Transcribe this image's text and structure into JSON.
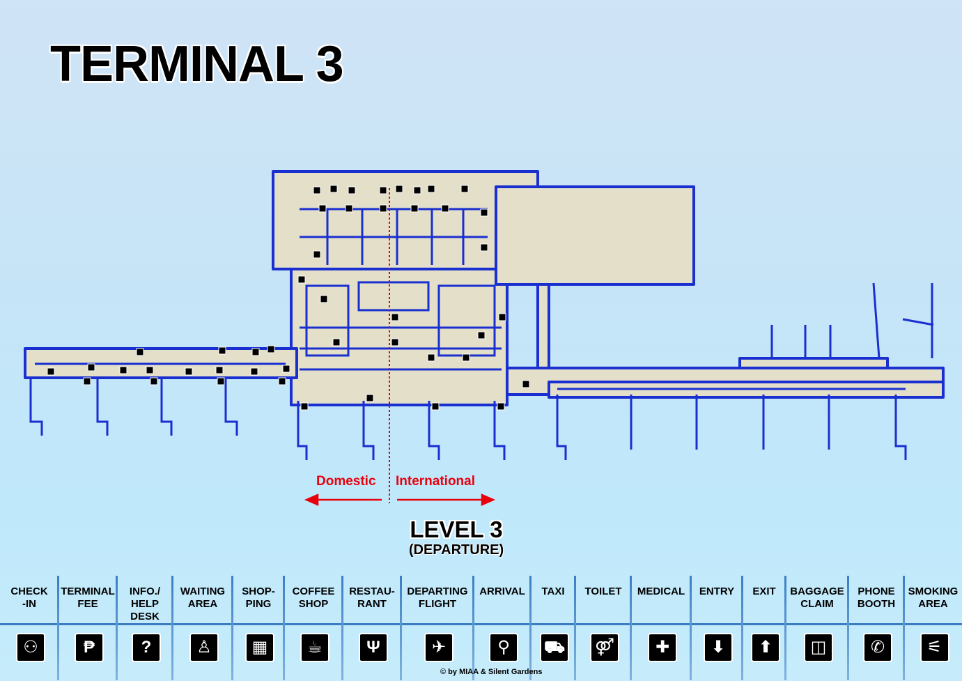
{
  "title": "TERMINAL 3",
  "labels": {
    "domestic": "Domestic",
    "international": "International",
    "level": "LEVEL 3",
    "level_sub": "(DEPARTURE)"
  },
  "legend": [
    {
      "label": "CHECK\n-IN",
      "icon": "check-in-icon",
      "glyph": "⚇"
    },
    {
      "label": "TERMINAL\nFEE",
      "icon": "terminal-fee-icon",
      "glyph": "₱"
    },
    {
      "label": "INFO./\nHELP\nDESK",
      "icon": "help-desk-icon",
      "glyph": "?"
    },
    {
      "label": "WAITING\nAREA",
      "icon": "waiting-area-icon",
      "glyph": "♙"
    },
    {
      "label": "SHOP-\nPING",
      "icon": "shopping-icon",
      "glyph": "▦"
    },
    {
      "label": "COFFEE\nSHOP",
      "icon": "coffee-shop-icon",
      "glyph": "☕"
    },
    {
      "label": "RESTAU-\nRANT",
      "icon": "restaurant-icon",
      "glyph": "Ψ"
    },
    {
      "label": "DEPARTING\nFLIGHT",
      "icon": "departing-flight-icon",
      "glyph": "✈"
    },
    {
      "label": "ARRIVAL",
      "icon": "arrival-icon",
      "glyph": "⚲"
    },
    {
      "label": "TAXI",
      "icon": "taxi-icon",
      "glyph": "⛟"
    },
    {
      "label": "TOILET",
      "icon": "toilet-icon",
      "glyph": "⚤"
    },
    {
      "label": "MEDICAL",
      "icon": "medical-icon",
      "glyph": "✚"
    },
    {
      "label": "ENTRY",
      "icon": "entry-arrow-icon",
      "glyph": "⬇"
    },
    {
      "label": "EXIT",
      "icon": "exit-arrow-icon",
      "glyph": "⬆"
    },
    {
      "label": "BAGGAGE\nCLAIM",
      "icon": "baggage-claim-icon",
      "glyph": "◫"
    },
    {
      "label": "PHONE\nBOOTH",
      "icon": "phone-booth-icon",
      "glyph": "✆"
    },
    {
      "label": "SMOKING\nAREA",
      "icon": "smoking-area-icon",
      "glyph": "⚟"
    }
  ],
  "credit": "by MIAA & Silent Gardens",
  "colors": {
    "wall": "#1a2fd0",
    "floor": "#e3dfc9",
    "accent": "#e8000c",
    "divider": "#3a7dc0"
  }
}
